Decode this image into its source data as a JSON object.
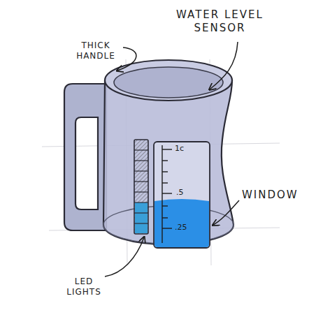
{
  "diagram": {
    "labels": [
      "THICK HANDLE",
      "WATER LEVEL SENSOR",
      "WINDOW",
      "LED LIGHTS",
      "1c",
      ".5",
      ".25"
    ]
  }
}
